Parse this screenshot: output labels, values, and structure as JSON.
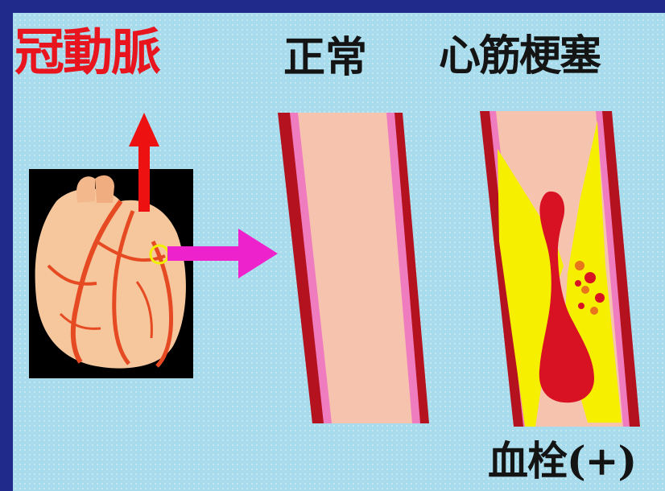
{
  "labels": {
    "coronary_artery": "冠動脈",
    "normal": "正常",
    "myocardial_infarction": "心筋梗塞",
    "thrombus_positive": "血栓(+)"
  },
  "colors": {
    "frame_border": "#1f2a8a",
    "background": "#a8dcec",
    "title_red": "#e8141e",
    "vessel_wall": "#b3121e",
    "intima": "#f07cc0",
    "lumen": "#f6c3ae",
    "plaque": "#f6f000",
    "thrombus": "#d81222",
    "pointer_arrow": "#ee22cc",
    "coronary_arrow": "#ee1111"
  },
  "icons": [
    "heart-illustration",
    "up-arrow-icon",
    "right-arrow-icon"
  ]
}
